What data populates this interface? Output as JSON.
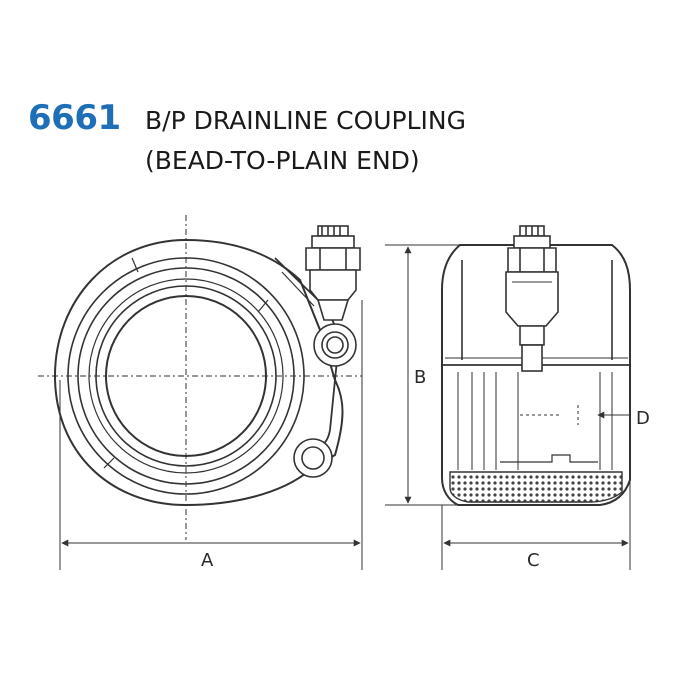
{
  "header": {
    "model_number": "6661",
    "title_line_1": "B/P DRAINLINE COUPLING",
    "title_line_2": "(BEAD-TO-PLAIN END)"
  },
  "dimensions": {
    "a": "A",
    "b": "B",
    "c": "C",
    "d": "D"
  },
  "colors": {
    "accent": "#1f6fb7",
    "line": "#333333"
  }
}
